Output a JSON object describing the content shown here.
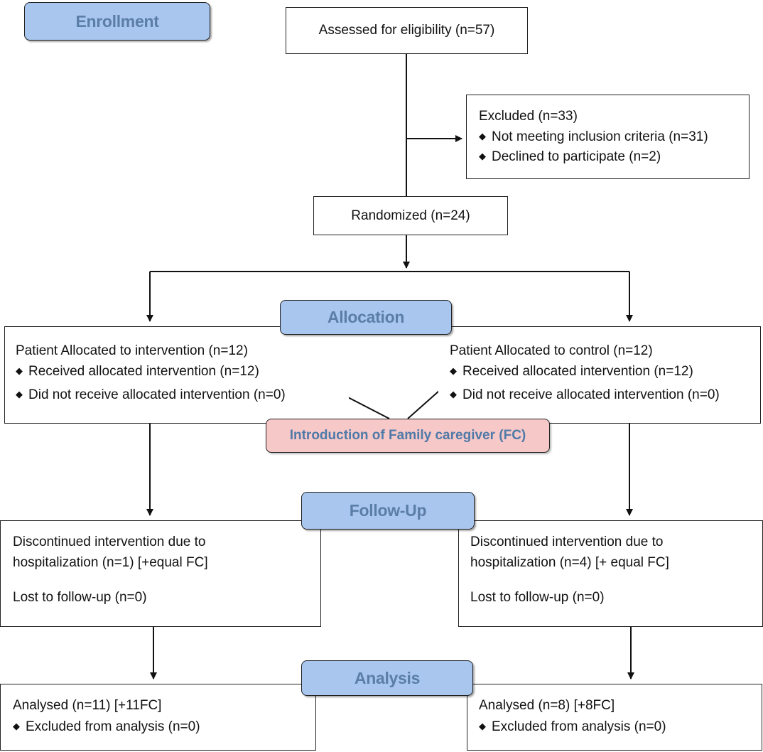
{
  "stages": {
    "enrollment": "Enrollment",
    "allocation": "Allocation",
    "followup": "Follow-Up",
    "analysis": "Analysis"
  },
  "assessed": "Assessed for eligibility (n=57)",
  "excluded": {
    "title": "Excluded (n=33)",
    "items": [
      "Not meeting inclusion criteria (n=31)",
      "Declined to participate (n=2)"
    ]
  },
  "randomized": "Randomized (n=24)",
  "intervention_arm": {
    "title": "Patient Allocated to intervention (n=12)",
    "items": [
      "Received allocated intervention (n=12)",
      "Did not receive allocated intervention (n=0)"
    ]
  },
  "control_arm": {
    "title": "Patient Allocated to control (n=12)",
    "items": [
      "Received allocated intervention (n=12)",
      "Did not receive allocated intervention (n=0)"
    ]
  },
  "fc_intro": "Introduction of Family caregiver (FC)",
  "followup_left": {
    "line1": "Discontinued intervention due to",
    "line2": "hospitalization (n=1) [+equal FC]",
    "lost": "Lost to follow-up (n=0)"
  },
  "followup_right": {
    "line1": "Discontinued intervention due to",
    "line2": "hospitalization (n=4) [+ equal FC]",
    "lost": "Lost to follow-up (n=0)"
  },
  "analysis_left": {
    "title": "Analysed  (n=11) [+11FC]",
    "item": "Excluded from analysis (n=0)"
  },
  "analysis_right": {
    "title": "Analysed  (n=8) [+8FC]",
    "item": "Excluded from analysis (n=0)"
  },
  "bullet_glyph": "◆",
  "colors": {
    "stage_fill": "#a9c6ef",
    "stage_text": "#5b7ea6",
    "fc_fill": "#f6c8c8",
    "fc_text": "#4f7aa8"
  }
}
